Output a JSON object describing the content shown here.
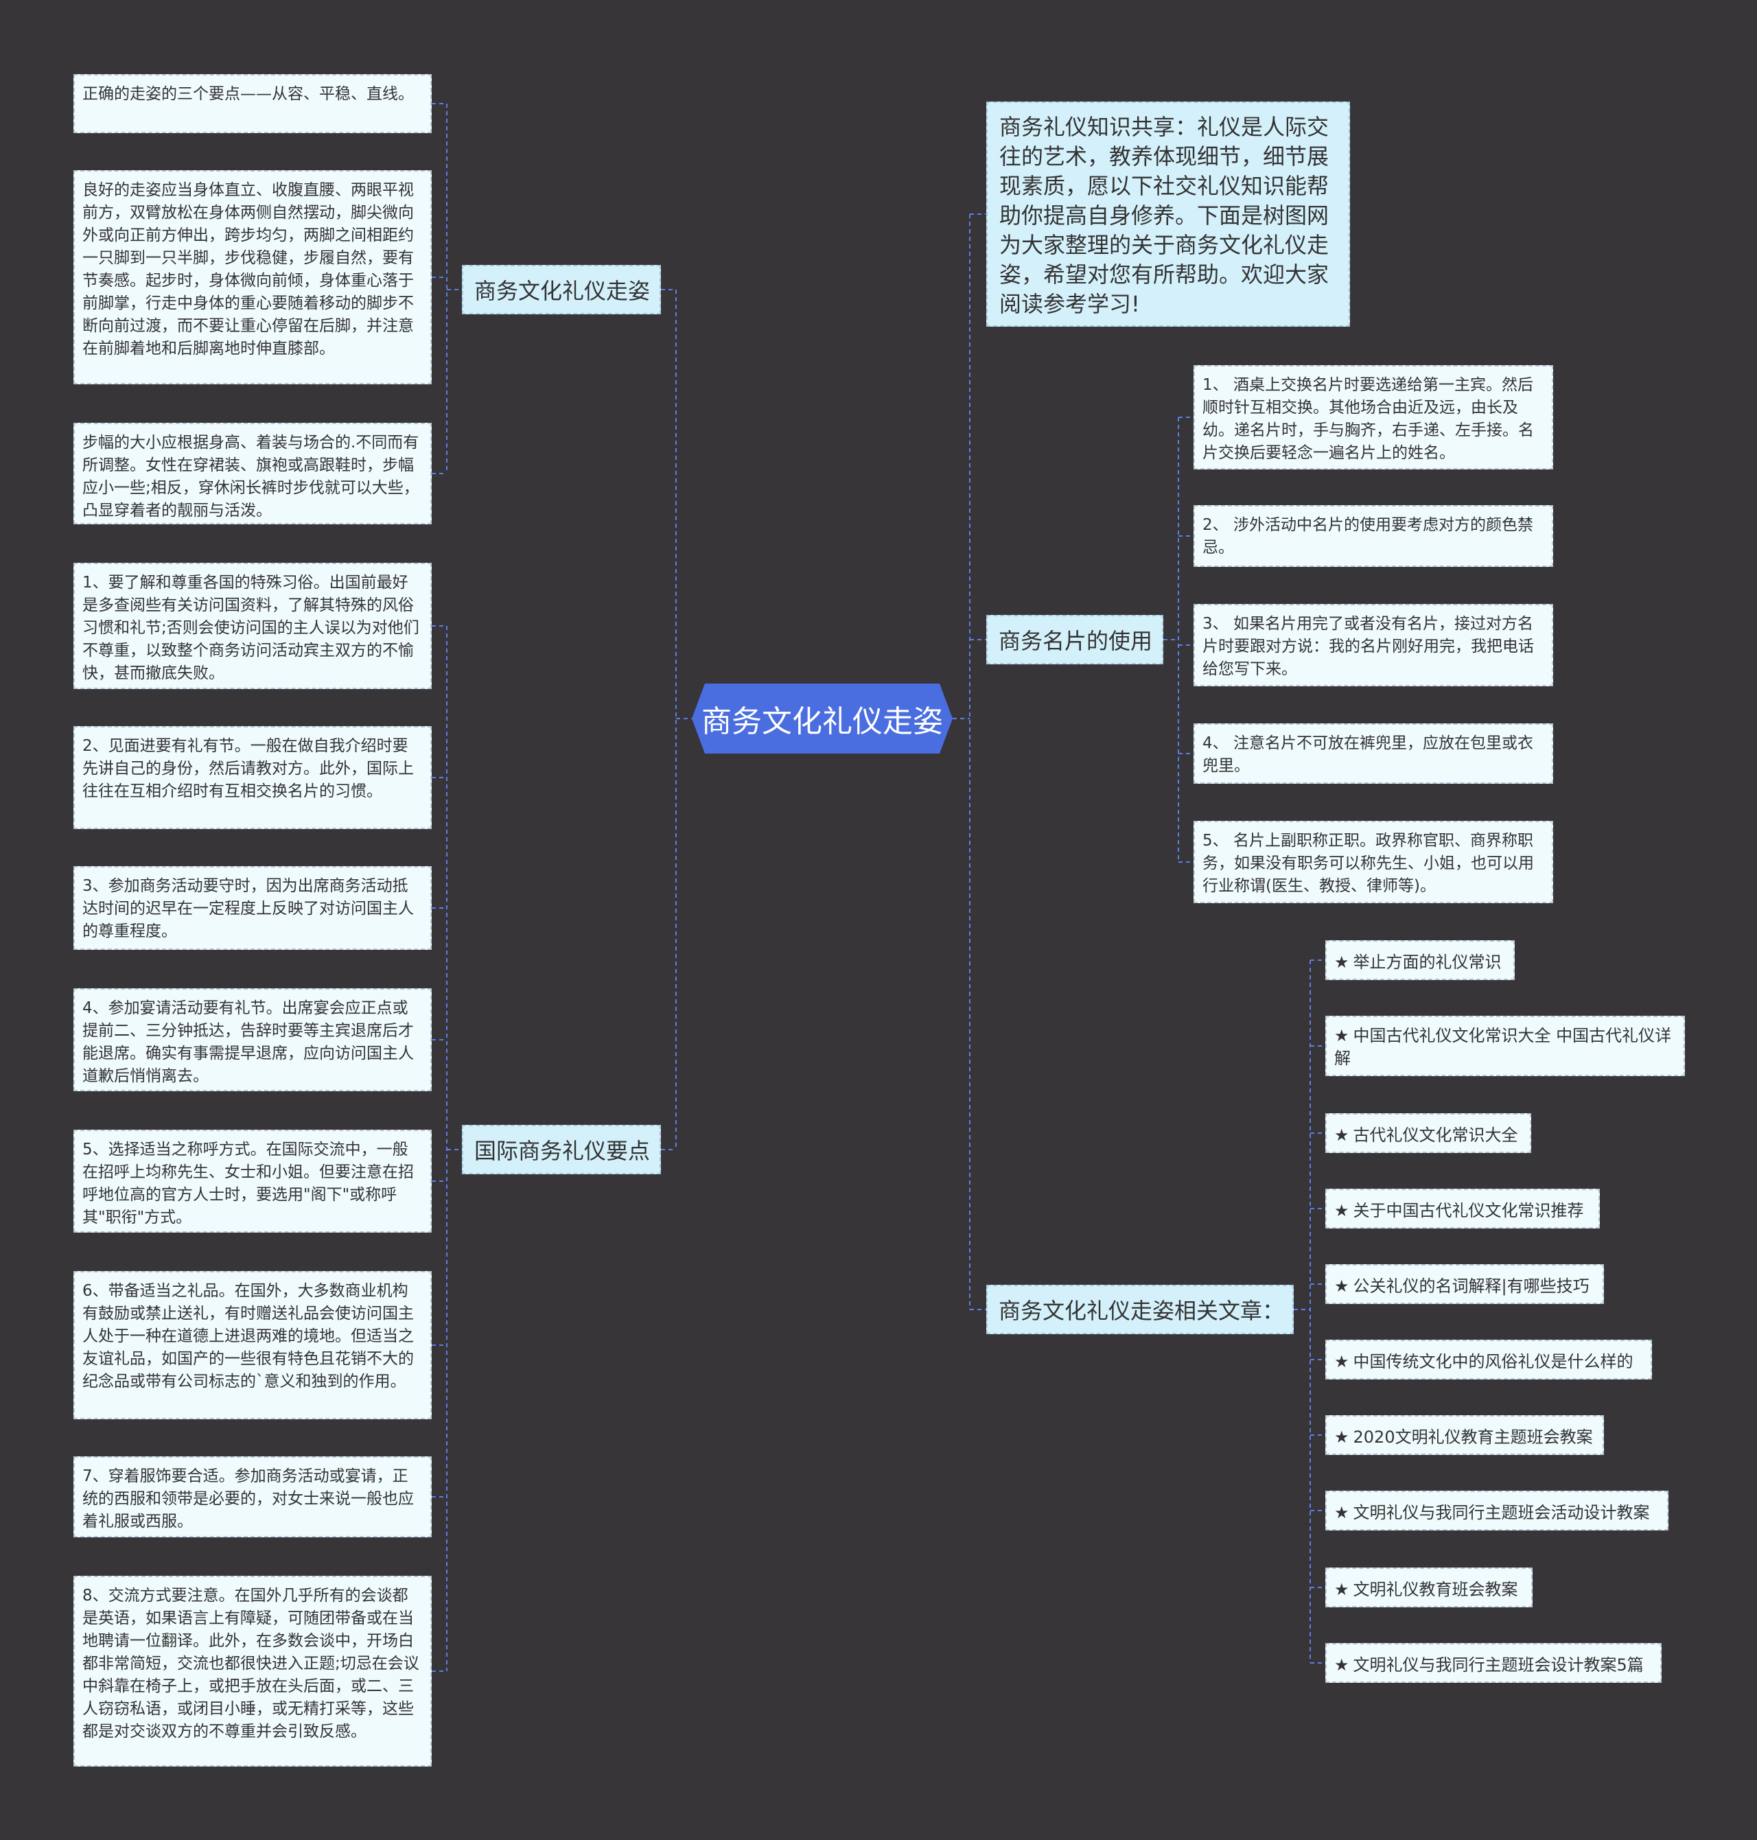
{
  "root": "商务文化礼仪走姿",
  "left_branches": [
    {
      "label": "商务文化礼仪走姿",
      "items": [
        "正确的走姿的三个要点——从容、平稳、直线。",
        "良好的走姿应当身体直立、收腹直腰、两眼平视前方，双臂放松在身体两侧自然摆动，脚尖微向外或向正前方伸出，跨步均匀，两脚之间相距约一只脚到一只半脚，步伐稳健，步履自然，要有节奏感。起步时，身体微向前倾，身体重心落于前脚掌，行走中身体的重心要随着移动的脚步不断向前过渡，而不要让重心停留在后脚，并注意在前脚着地和后脚离地时伸直膝部。",
        "步幅的大小应根据身高、着装与场合的.不同而有所调整。女性在穿裙装、旗袍或高跟鞋时，步幅应小一些;相反，穿休闲长裤时步伐就可以大些，凸显穿着者的靓丽与活泼。"
      ]
    },
    {
      "label": "国际商务礼仪要点",
      "items": [
        "1、要了解和尊重各国的特殊习俗。出国前最好是多查阅些有关访问国资料，了解其特殊的风俗习惯和礼节;否则会使访问国的主人误以为对他们不尊重，以致整个商务访问活动宾主双方的不愉快，甚而撤底失败。",
        "2、见面进要有礼有节。一般在做自我介绍时要先讲自己的身份，然后请教对方。此外，国际上往往在互相介绍时有互相交换名片的习惯。",
        "3、参加商务活动要守时，因为出席商务活动抵达时间的迟早在一定程度上反映了对访问国主人的尊重程度。",
        "4、参加宴请活动要有礼节。出席宴会应正点或提前二、三分钟抵达，告辞时要等主宾退席后才能退席。确实有事需提早退席，应向访问国主人道歉后悄悄离去。",
        "5、选择适当之称呼方式。在国际交流中，一般在招呼上均称先生、女士和小姐。但要注意在招呼地位高的官方人士时，要选用\"阁下\"或称呼其\"职衔\"方式。",
        "6、带备适当之礼品。在国外，大多数商业机构有鼓励或禁止送礼，有时赠送礼品会使访问国主人处于一种在道德上进退两难的境地。但适当之友谊礼品，如国产的一些很有特色且花销不大的纪念品或带有公司标志的`意义和独到的作用。",
        "7、穿着服饰要合适。参加商务活动或宴请，正统的西服和领带是必要的，对女士来说一般也应着礼服或西服。",
        "8、交流方式要注意。在国外几乎所有的会谈都是英语，如果语言上有障疑，可随团带备或在当地聘请一位翻译。此外，在多数会谈中，开场白都非常简短，交流也都很快进入正题;切忌在会议中斜靠在椅子上，或把手放在头后面，或二、三人窃窃私语，或闭目小睡，或无精打采等，这些都是对交谈双方的不尊重并会引致反感。"
      ]
    }
  ],
  "intro": "商务礼仪知识共享：礼仪是人际交往的艺术，教养体现细节，细节展现素质，愿以下社交礼仪知识能帮助你提高自身修养。下面是树图网为大家整理的关于商务文化礼仪走姿，希望对您有所帮助。欢迎大家阅读参考学习!",
  "card_branch": {
    "label": "商务名片的使用",
    "items": [
      "1、 酒桌上交换名片时要选递给第一主宾。然后顺时针互相交换。其他场合由近及远，由长及幼。递名片时，手与胸齐，右手递、左手接。名片交换后要轻念一遍名片上的姓名。",
      "2、 涉外活动中名片的使用要考虑对方的颜色禁忌。",
      "3、 如果名片用完了或者没有名片，接过对方名片时要跟对方说：我的名片刚好用完，我把电话给您写下来。",
      "4、 注意名片不可放在裤兜里，应放在包里或衣兜里。",
      "5、 名片上副职称正职。政界称官职、商界称职务，如果没有职务可以称先生、小姐，也可以用行业称谓(医生、教授、律师等)。"
    ]
  },
  "related_branch": {
    "label": "商务文化礼仪走姿相关文章：",
    "star": "★",
    "items": [
      "举止方面的礼仪常识",
      "中国古代礼仪文化常识大全 中国古代礼仪详解",
      "古代礼仪文化常识大全",
      "关于中国古代礼仪文化常识推荐",
      "公关礼仪的名词解释|有哪些技巧",
      "中国传统文化中的风俗礼仪是什么样的",
      "2020文明礼仪教育主题班会教案",
      "文明礼仪与我同行主题班会活动设计教案",
      "文明礼仪教育班会教案",
      "文明礼仪与我同行主题班会设计教案5篇"
    ]
  },
  "colors": {
    "background": "#373538",
    "root": "#4a6ee0",
    "branch": "#d4f1fb",
    "leaf": "#f0fbfd",
    "connector": "#5b7fe6"
  }
}
